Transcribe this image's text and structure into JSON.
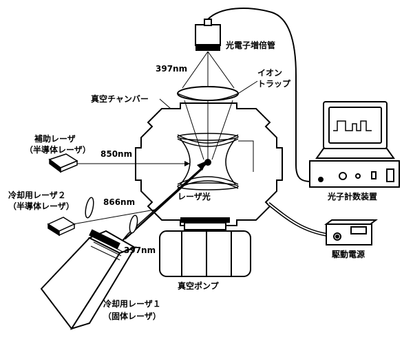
{
  "labels": {
    "pmt": "光電子増倍管",
    "wl_pmt": "397nm",
    "ion_trap_1": "イオン",
    "ion_trap_2": "トラップ",
    "vacuum_chamber": "真空チャンバー",
    "aux_laser_1": "補助レーザ",
    "aux_laser_2": "（半導体レーザ）",
    "wl_aux": "850nm",
    "cool2_laser_1": "冷却用レーザ２",
    "cool2_laser_2": "（半導体レーザ）",
    "wl_cool2": "866nm",
    "laser_light": "レーザ光",
    "wl_cool1": "397nm",
    "photon_counter": "光子計数装置",
    "drive_power": "駆動電源",
    "vacuum_pump": "真空ポンプ",
    "cool1_laser_1": "冷却用レーザ１",
    "cool1_laser_2": "（固体レーザ）"
  },
  "colors": {
    "ink": "#000000",
    "paper": "#ffffff"
  }
}
